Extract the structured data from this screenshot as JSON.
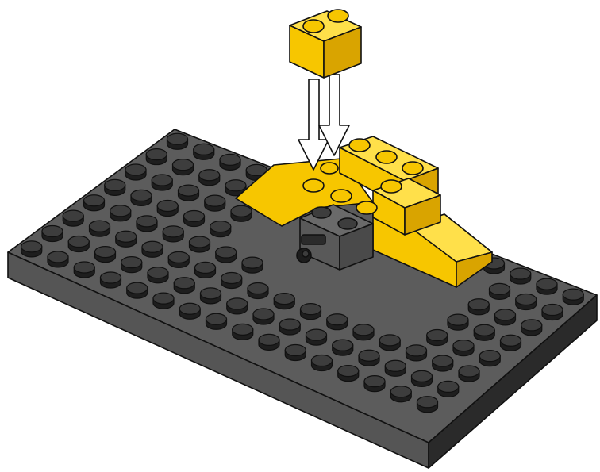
{
  "figure": {
    "kind": "lego-building-instruction-step",
    "text": []
  },
  "colors": {
    "background": "#ffffff",
    "baseplate_top": "#5c5c5c",
    "baseplate_front": "#555555",
    "baseplate_side": "#2a2a2a",
    "stud_side": "#1e1e1e",
    "stud_top": "#3d3d3d",
    "yellow": "#f7c600",
    "yellow_light": "#ffe04a",
    "yellow_dark": "#d9a400",
    "dark_brick": "#595959",
    "outline": "#111111",
    "arrow_fill": "#ffffff"
  },
  "parts": {
    "baseplate": {
      "color": "dark gray",
      "studs_columns": 16,
      "studs_rows": 8
    },
    "slope_assembly": {
      "color": "yellow"
    },
    "technic_brick": {
      "color": "dark gray",
      "pin": "axle pin"
    },
    "falling_brick": {
      "color": "yellow",
      "size": "1x2",
      "studs": 2
    },
    "arrows": {
      "count": 2,
      "direction": "down"
    }
  }
}
